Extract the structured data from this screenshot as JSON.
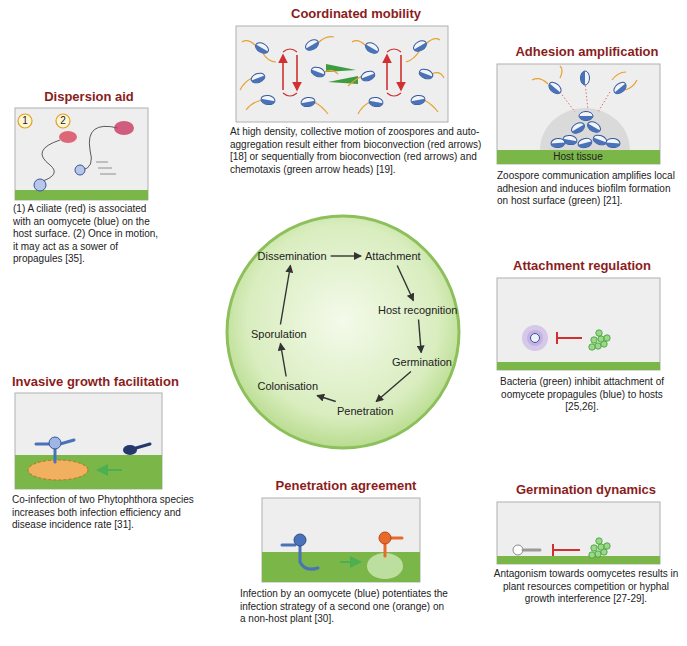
{
  "diagram": {
    "nodes": [
      {
        "text": [
          "Coordinated mobility",
          "At high density, collective motion of zoospores and auto-aggregation result either from bioconvection (red arrows) [18] or sequentially from bioconvection (red arrows) and chemotaxis (green arrow heads) [19]."
        ]
      },
      {
        "text": [
          "Adhesion amplification",
          "Zoospore communication amplifies local adhesion and induces biofilm formation on host surface (green) [21]."
        ]
      },
      {
        "text": [
          "Attachment regulation",
          "Bacteria (green) inhibit attachment of oomycete propagules (blue) to hosts [25,26]."
        ]
      },
      {
        "text": [
          "Germination dynamics",
          "Antagonism towards oomycetes results in plant resources competition or hyphal growth interference [27-29]."
        ]
      },
      {
        "text": [
          "Penetration agreement",
          "Infection by an oomycete (blue) potentiates the infection strategy of a second one (orange) on a non-host plant [30]."
        ]
      },
      {
        "text": [
          "Invasive growth facilitation",
          "Co-infection of two Phytophthora species increases both infection efficiency and disease incidence rate [31]."
        ]
      },
      {
        "text": [
          "Dispersion aid",
          "(1) A ciliate (red) is associated with an oomycete (blue) on the host surface. (2) Once in motion, it may act as a sower of propagules [35]."
        ]
      },
      {
        "text": [
          "Dissemination"
        ]
      },
      {
        "text": [
          "Attachment"
        ]
      },
      {
        "text": [
          "Host recognition"
        ]
      },
      {
        "text": [
          "Germination"
        ]
      },
      {
        "text": [
          "Penetration"
        ]
      },
      {
        "text": [
          "Colonisation"
        ]
      },
      {
        "text": [
          "Sporulation"
        ]
      }
    ],
    "edges": [
      {
        "from": 7,
        "to": 8,
        "arrow": "to"
      },
      {
        "from": 8,
        "to": 9,
        "arrow": "to"
      },
      {
        "from": 9,
        "to": 10,
        "arrow": "to"
      },
      {
        "from": 10,
        "to": 11,
        "arrow": "to"
      },
      {
        "from": 11,
        "to": 12,
        "arrow": "to"
      },
      {
        "from": 12,
        "to": 13,
        "arrow": "to"
      },
      {
        "from": 13,
        "to": 7,
        "arrow": "to"
      }
    ],
    "labels": [
      "1",
      "2",
      "Host tissue"
    ]
  }
}
